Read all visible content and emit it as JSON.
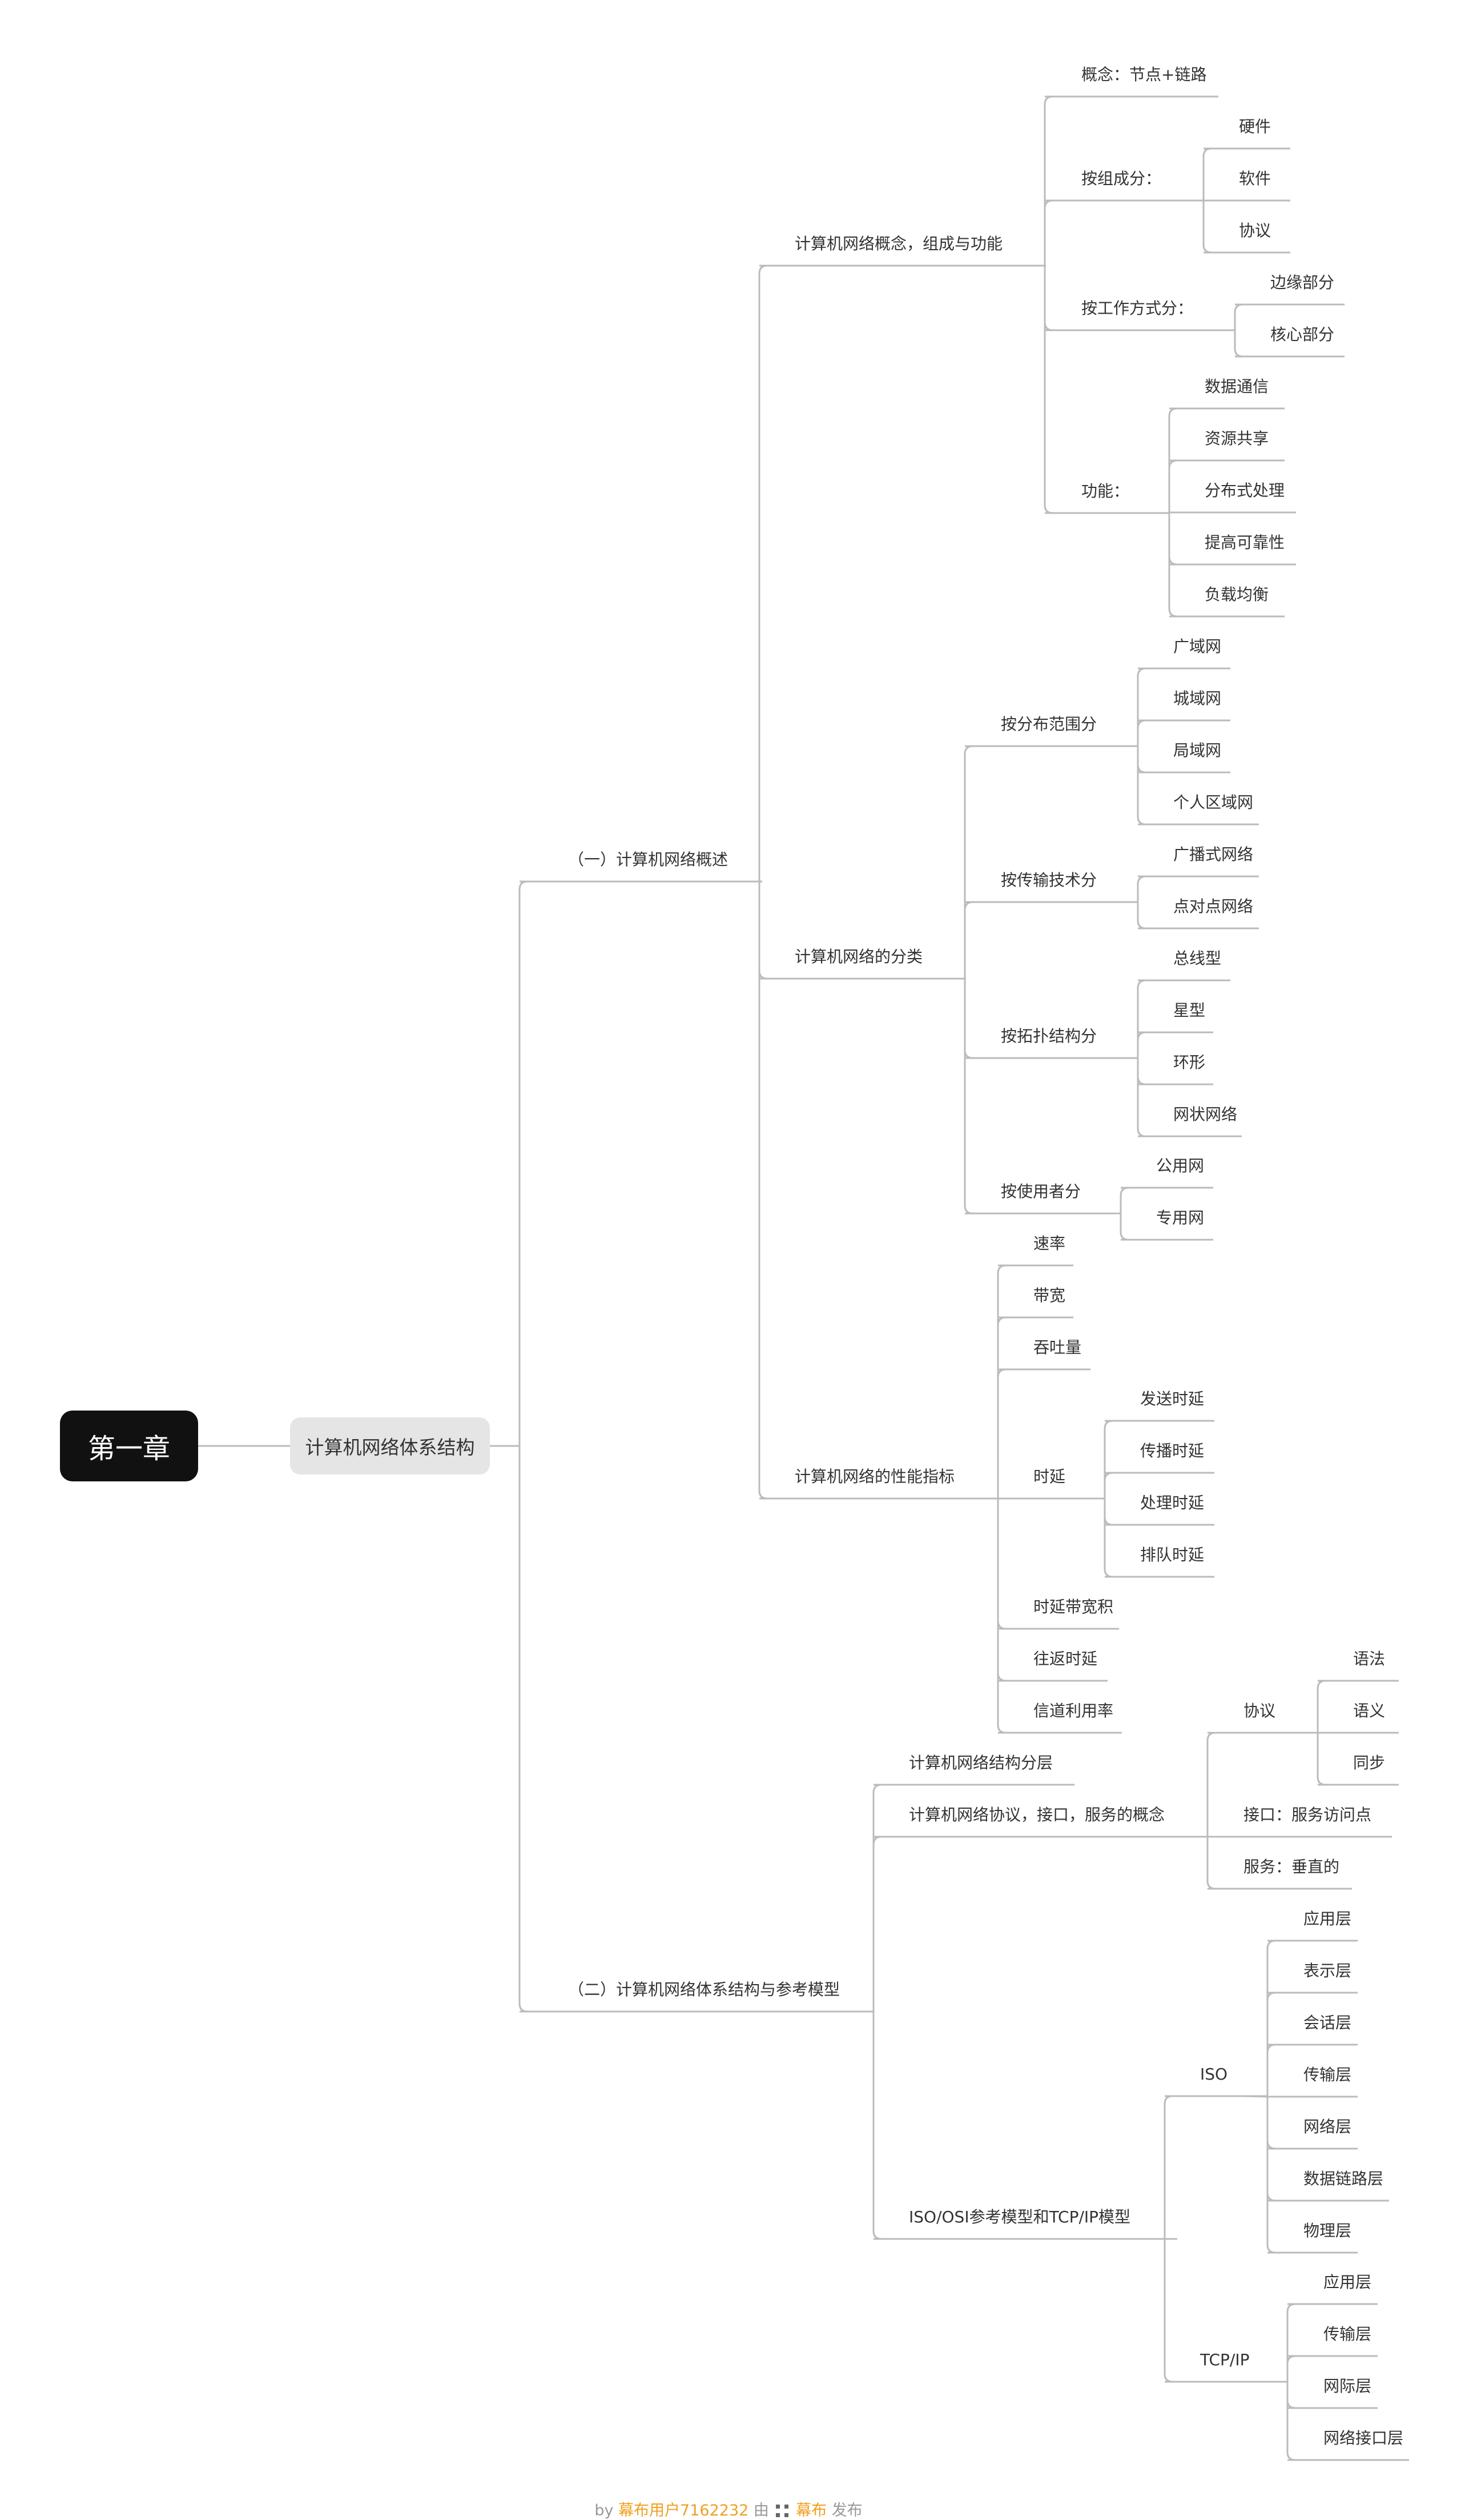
{
  "root": "第一章",
  "main": "计算机网络体系结构",
  "nodes": {
    "s1": "（一）计算机网络概述",
    "s1a": "计算机网络概念，组成与功能",
    "s1a1": "概念：节点+链路",
    "s1a2": "按组成分：",
    "s1a2a": "硬件",
    "s1a2b": "软件",
    "s1a2c": "协议",
    "s1a3": "按工作方式分：",
    "s1a3a": "边缘部分",
    "s1a3b": "核心部分",
    "s1a4": "功能：",
    "s1a4a": "数据通信",
    "s1a4b": "资源共享",
    "s1a4c": "分布式处理",
    "s1a4d": "提高可靠性",
    "s1a4e": "负载均衡",
    "s1b": "计算机网络的分类",
    "s1b1": "按分布范围分",
    "s1b1a": "广域网",
    "s1b1b": "城域网",
    "s1b1c": "局域网",
    "s1b1d": "个人区域网",
    "s1b2": "按传输技术分",
    "s1b2a": "广播式网络",
    "s1b2b": "点对点网络",
    "s1b3": "按拓扑结构分",
    "s1b3a": "总线型",
    "s1b3b": "星型",
    "s1b3c": "环形",
    "s1b3d": "网状网络",
    "s1b4": "按使用者分",
    "s1b4a": "公用网",
    "s1b4b": "专用网",
    "s1c": "计算机网络的性能指标",
    "s1c1": "速率",
    "s1c2": "带宽",
    "s1c3": "吞吐量",
    "s1c4": "时延",
    "s1c4a": "发送时延",
    "s1c4b": "传播时延",
    "s1c4c": "处理时延",
    "s1c4d": "排队时延",
    "s1c5": "时延带宽积",
    "s1c6": "往返时延",
    "s1c7": "信道利用率",
    "s2": "（二）计算机网络体系结构与参考模型",
    "s2a": "计算机网络结构分层",
    "s2b": "计算机网络协议，接口，服务的概念",
    "s2b1": "协议",
    "s2b1a": "语法",
    "s2b1b": "语义",
    "s2b1c": "同步",
    "s2b2": "接口：服务访问点",
    "s2b3": "服务：垂直的",
    "s2c": "ISO/OSI参考模型和TCP/IP模型",
    "s2c1": "ISO",
    "s2c1a": "应用层",
    "s2c1b": "表示层",
    "s2c1c": "会话层",
    "s2c1d": "传输层",
    "s2c1e": "网络层",
    "s2c1f": "数据链路层",
    "s2c1g": "物理层",
    "s2c2": "TCP/IP",
    "s2c2a": "应用层",
    "s2c2b": "传输层",
    "s2c2c": "网际层",
    "s2c2d": "网络接口层"
  },
  "footer": {
    "by": "by",
    "user": "幕布用户7162232",
    "mid": "由",
    "brand": "幕布",
    "end": "发布"
  },
  "colors": {
    "line": "#bbbbbb",
    "root_bg": "#111111",
    "main_bg": "#e5e5e5",
    "text": "#333333",
    "footer_accent": "#f0a020"
  }
}
